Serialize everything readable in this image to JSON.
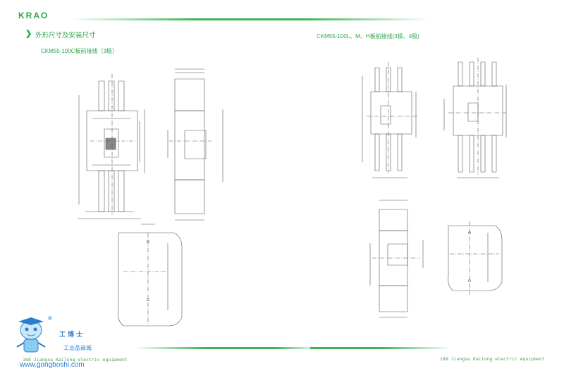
{
  "header": {
    "logo_text": "KRAO",
    "section_title": "外形尺寸及安装尺寸"
  },
  "drawings": {
    "left_subtitle": "CKM55-100C板前接线（3极）",
    "right_subtitle": "CKM55-100L、M、H板前接线(3极、4极)"
  },
  "footer": {
    "left_text": "168  Jiangsu Kailong electric equipment",
    "right_text": "168  Jiangsu Kailong electric equipment"
  },
  "watermark": {
    "brand": "工博士",
    "subtitle": "工业品商城",
    "url": "www.gongboshi.com",
    "reg": "®"
  },
  "colors": {
    "accent": "#2aa84a",
    "line": "#3cb450",
    "watermark": "#2a7ed0"
  }
}
